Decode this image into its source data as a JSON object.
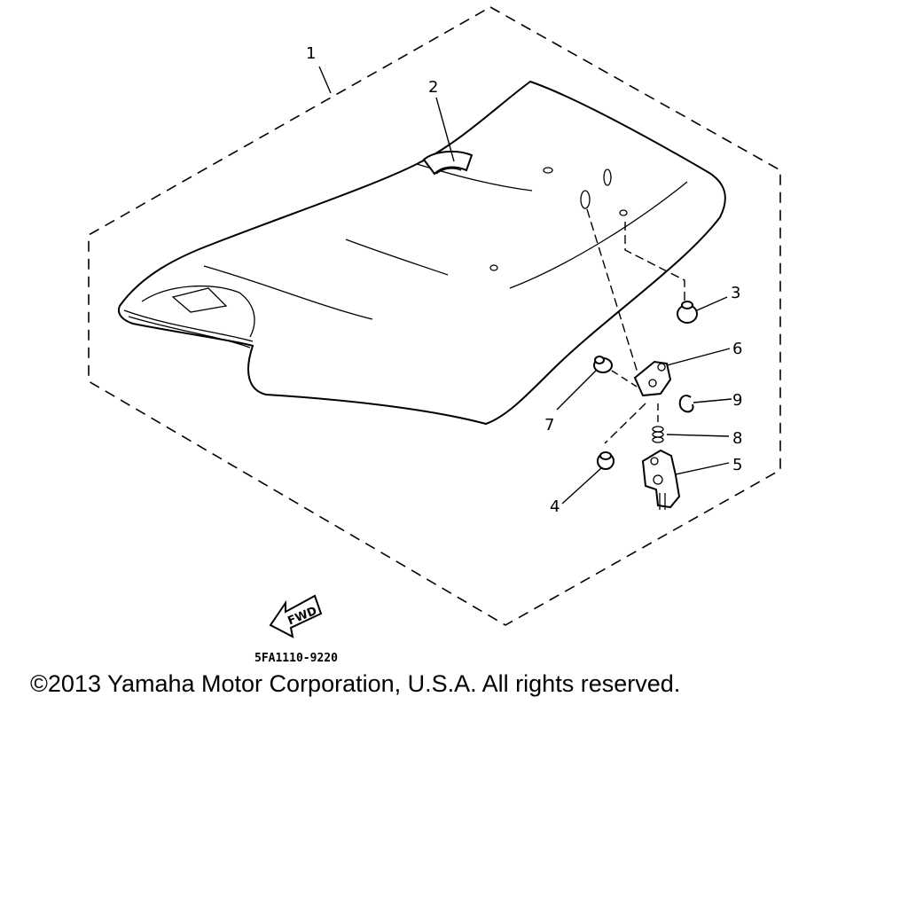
{
  "diagram": {
    "callouts": [
      {
        "id": "1",
        "label": "1"
      },
      {
        "id": "2",
        "label": "2"
      },
      {
        "id": "3",
        "label": "3"
      },
      {
        "id": "4",
        "label": "4"
      },
      {
        "id": "5",
        "label": "5"
      },
      {
        "id": "6",
        "label": "6"
      },
      {
        "id": "7",
        "label": "7"
      },
      {
        "id": "8",
        "label": "8"
      },
      {
        "id": "9",
        "label": "9"
      }
    ],
    "direction_marker": "FWD",
    "drawing_code": "5FA1110-9220"
  },
  "footer": {
    "copyright": "©2013 Yamaha Motor Corporation, U.S.A. All rights reserved."
  }
}
